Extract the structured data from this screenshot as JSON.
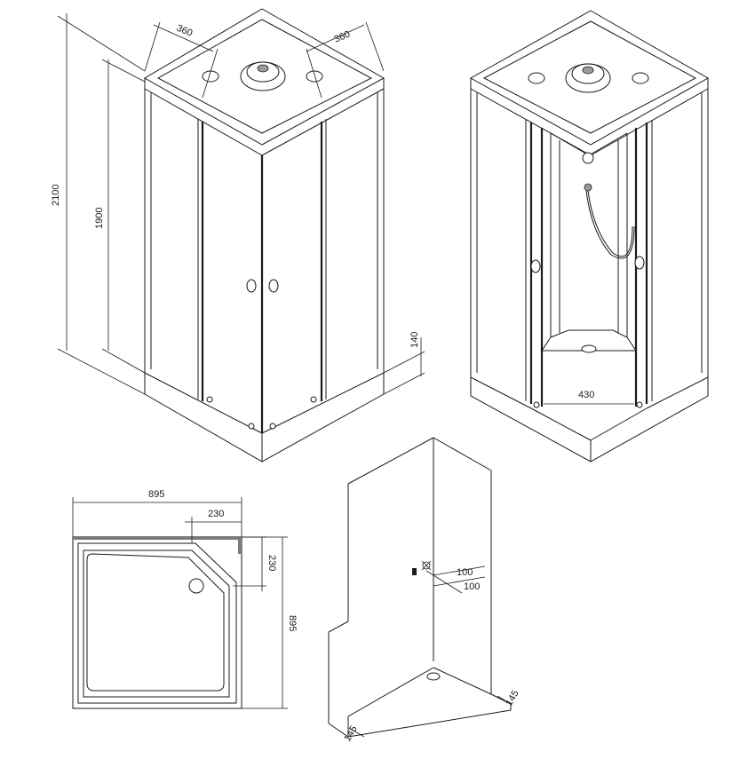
{
  "dimensions": {
    "top_width_left": "360",
    "top_width_right": "360",
    "total_height": "2100",
    "panel_height": "1900",
    "tray_height": "140",
    "door_opening": "430",
    "tray_width": "895",
    "corner_cut_x": "230",
    "corner_cut_y": "230",
    "tray_depth": "895",
    "outlet_offset_a": "100",
    "outlet_offset_b": "100",
    "drain_offset_a": "145",
    "drain_offset_b": "145"
  }
}
